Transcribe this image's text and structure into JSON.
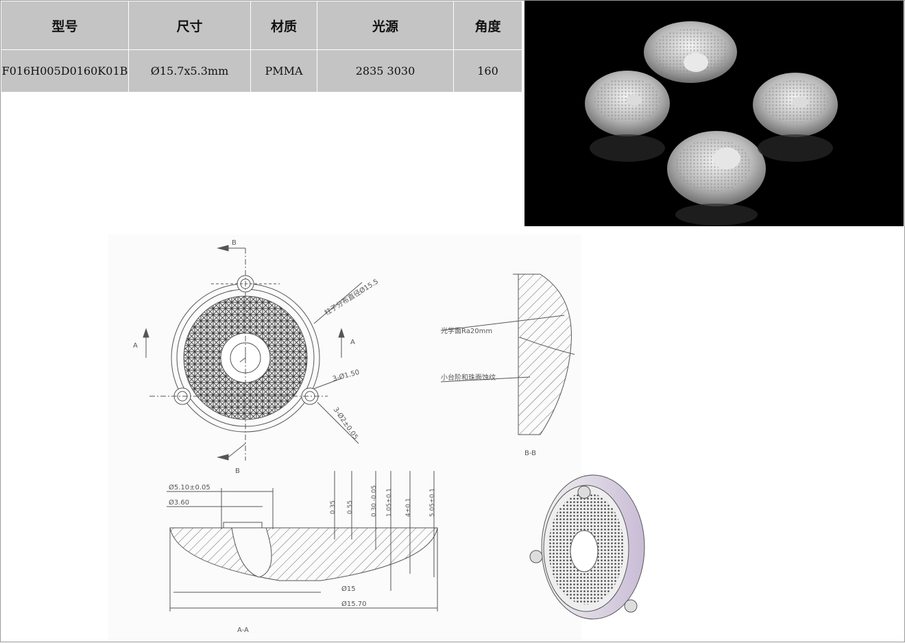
{
  "table": {
    "headers": [
      "型号",
      "尺寸",
      "材质",
      "光源",
      "角度"
    ],
    "row": [
      "F016H005D0160K01B",
      "Ø15.7x5.3mm",
      "PMMA",
      "2835 3030",
      "160"
    ]
  },
  "drawing": {
    "section_b_label": "B",
    "section_a_label": "A",
    "dia_bolt_circle": "柱子分布直径Ø15.5",
    "hole_small": "3-Ø1.50",
    "hole_large": "3-Ø2±0.05",
    "optic_surface": "光学面Ra20mm",
    "bead_texture": "小台阶和珠面蚀纹",
    "view_bb": "B-B",
    "view_aa": "A-A",
    "d510": "Ø5.10±0.05",
    "d360": "Ø3.60",
    "d15": "Ø15",
    "d1570": "Ø15.70",
    "h035": "0.35",
    "h055": "0.55",
    "h030": "0.30 -0.05",
    "h105": "1.05±0.1",
    "h4": "4±0.1",
    "h505": "5.05±0.1"
  },
  "colors": {
    "table_bg": "#c4c4c4",
    "photo_bg": "#000000",
    "line": "#555555",
    "iso_rim": "#d9cfe0"
  }
}
